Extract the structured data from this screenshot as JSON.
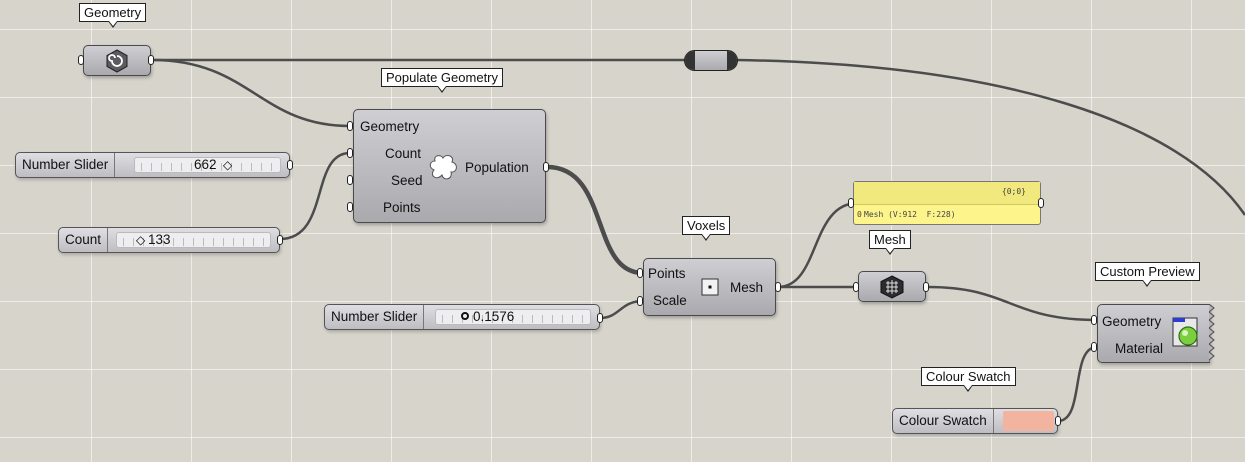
{
  "nodes": {
    "geometry": {
      "tag": "Geometry"
    },
    "populate": {
      "tag": "Populate Geometry",
      "inputs": [
        "Geometry",
        "Count",
        "Seed",
        "Points"
      ],
      "output": "Population"
    },
    "voxels": {
      "tag": "Voxels",
      "inputs": [
        "Points",
        "Scale"
      ],
      "output": "Mesh"
    },
    "mesh": {
      "tag": "Mesh"
    },
    "custom_preview": {
      "tag": "Custom Preview",
      "inputs": [
        "Geometry",
        "Material"
      ]
    },
    "colour_swatch": {
      "tag": "Colour Swatch",
      "name": "Colour Swatch",
      "color": "#f2b49e"
    },
    "panel": {
      "path": "{0;0}",
      "index": "0",
      "content": "Mesh (V:912  F:228)",
      "bg": "#fdf58c"
    }
  },
  "sliders": [
    {
      "name": "Number Slider",
      "value": "662"
    },
    {
      "name": "Count",
      "value": "133"
    },
    {
      "name": "Number Slider",
      "value": "0.1576"
    }
  ],
  "colors": {
    "canvas": "#d6d4cb",
    "wire": "#4c4c4c",
    "node": "#bdbdc1"
  }
}
